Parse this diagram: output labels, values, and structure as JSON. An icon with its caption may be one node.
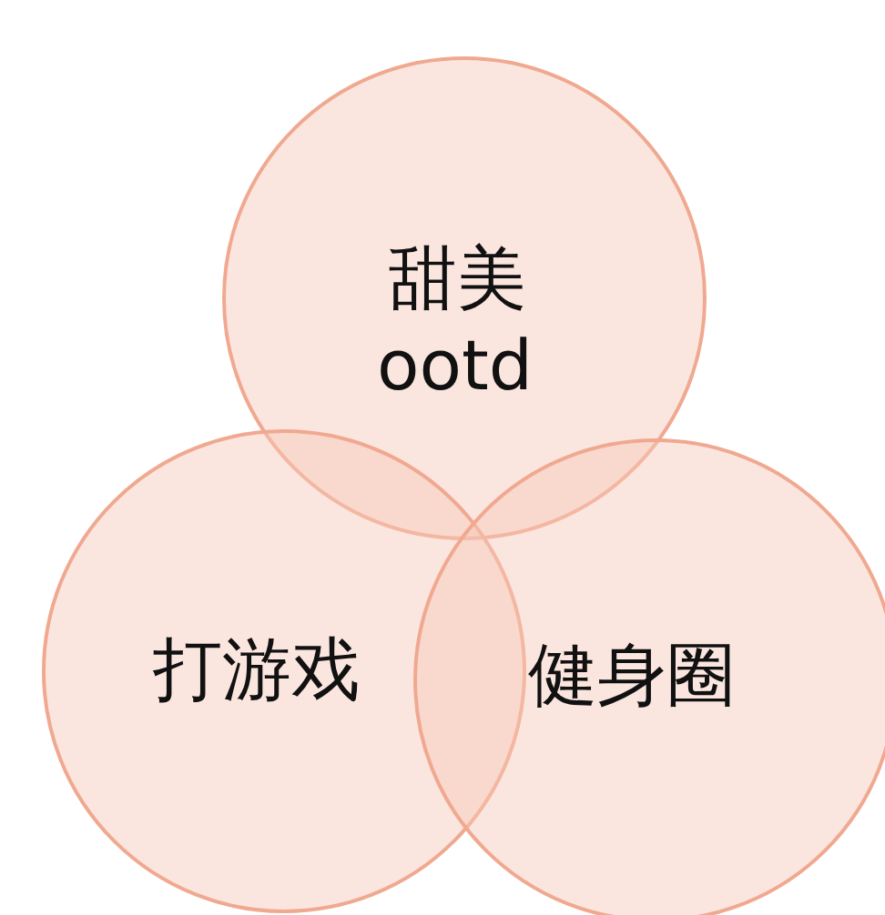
{
  "diagram": {
    "nodes": [
      {
        "text": [
          "甜美",
          "ootd"
        ]
      },
      {
        "text": [
          "打游戏"
        ]
      },
      {
        "text": [
          "健身圈"
        ]
      }
    ]
  }
}
